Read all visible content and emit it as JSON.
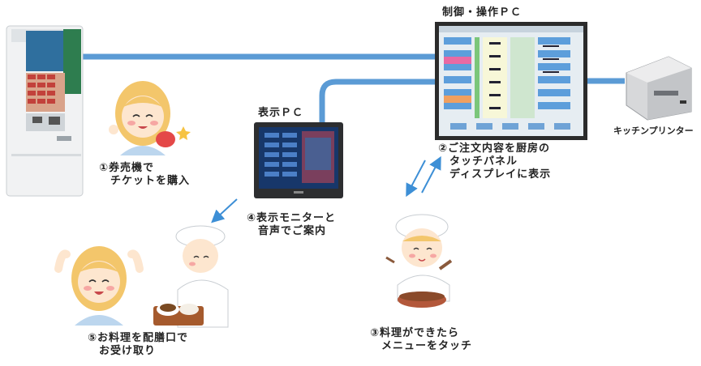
{
  "labels": {
    "control_pc": "制御・操作ＰＣ",
    "display_pc": "表示ＰＣ",
    "kitchen_printer": "キッチンプリンター",
    "step1": [
      "①券売機で",
      "　チケットを購入"
    ],
    "step2": [
      "②ご注文内容を厨房の",
      "　タッチパネル",
      "　ディスプレイに表示"
    ],
    "step3": [
      "③料理ができたら",
      "　メニューをタッチ"
    ],
    "step4": [
      "④表示モニターと",
      "　音声でご案内"
    ],
    "step5": [
      "⑤お料理を配膳口で",
      "　お受け取り"
    ]
  },
  "colors": {
    "wire": "#5b9bd5",
    "arrow": "#3d8fd6",
    "skin": "#fde6cf",
    "hair": "#f3c66b",
    "uniform": "#bcd6ee"
  }
}
